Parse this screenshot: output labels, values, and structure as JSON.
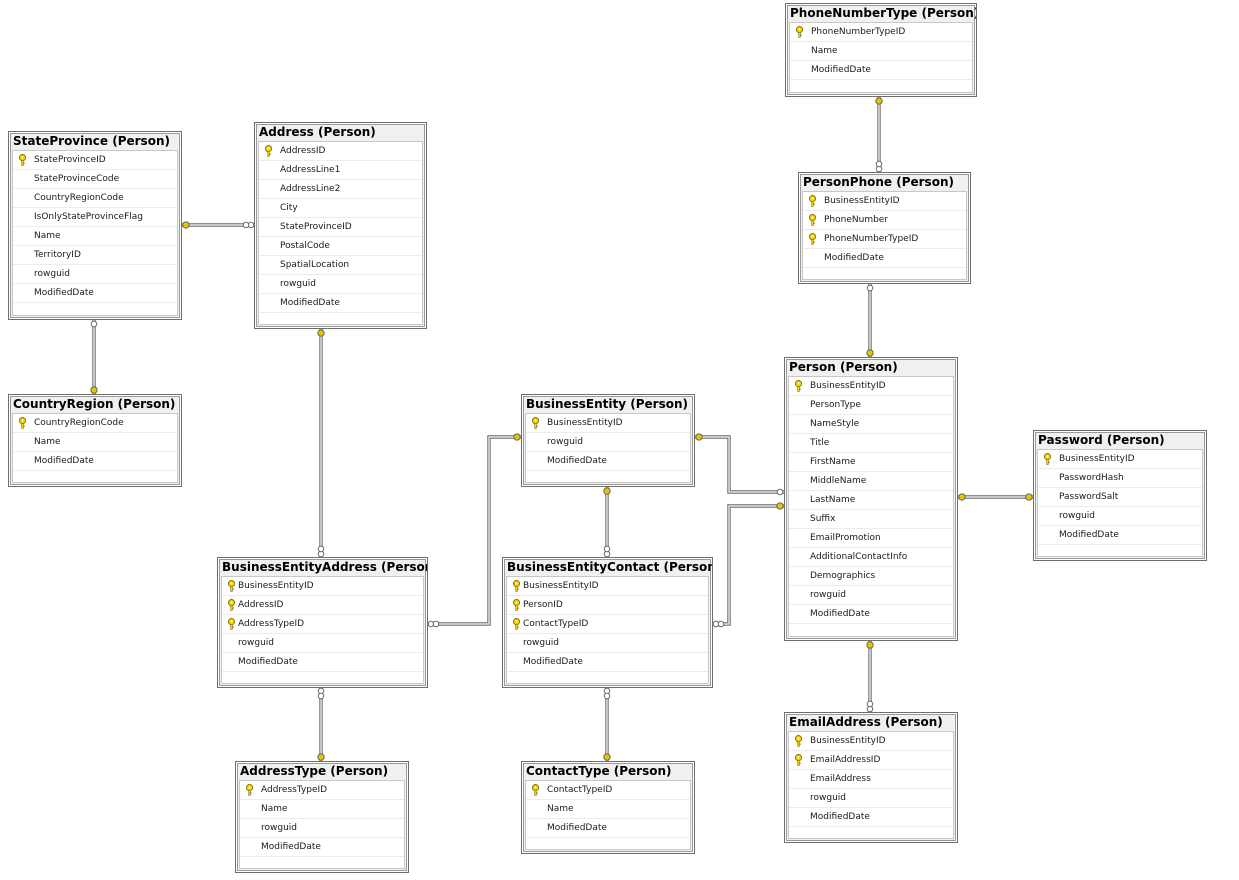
{
  "colors": {
    "key": "#e8c400",
    "line": "#6b6b6b",
    "title_bg": "#f0f0f0"
  },
  "icons": {
    "primary_key": "key-icon",
    "relationship_end": "relationship-end-icon"
  },
  "entities": {
    "phonenumbertype": {
      "title": "PhoneNumberType (Person)",
      "columns": [
        {
          "name": "PhoneNumberTypeID",
          "pk": true
        },
        {
          "name": "Name",
          "pk": false
        },
        {
          "name": "ModifiedDate",
          "pk": false
        }
      ]
    },
    "personphone": {
      "title": "PersonPhone (Person)",
      "columns": [
        {
          "name": "BusinessEntityID",
          "pk": true
        },
        {
          "name": "PhoneNumber",
          "pk": true
        },
        {
          "name": "PhoneNumberTypeID",
          "pk": true
        },
        {
          "name": "ModifiedDate",
          "pk": false
        }
      ]
    },
    "stateprovince": {
      "title": "StateProvince (Person)",
      "columns": [
        {
          "name": "StateProvinceID",
          "pk": true
        },
        {
          "name": "StateProvinceCode",
          "pk": false
        },
        {
          "name": "CountryRegionCode",
          "pk": false
        },
        {
          "name": "IsOnlyStateProvinceFlag",
          "pk": false
        },
        {
          "name": "Name",
          "pk": false
        },
        {
          "name": "TerritoryID",
          "pk": false
        },
        {
          "name": "rowguid",
          "pk": false
        },
        {
          "name": "ModifiedDate",
          "pk": false
        }
      ]
    },
    "address": {
      "title": "Address (Person)",
      "columns": [
        {
          "name": "AddressID",
          "pk": true
        },
        {
          "name": "AddressLine1",
          "pk": false
        },
        {
          "name": "AddressLine2",
          "pk": false
        },
        {
          "name": "City",
          "pk": false
        },
        {
          "name": "StateProvinceID",
          "pk": false
        },
        {
          "name": "PostalCode",
          "pk": false
        },
        {
          "name": "SpatialLocation",
          "pk": false
        },
        {
          "name": "rowguid",
          "pk": false
        },
        {
          "name": "ModifiedDate",
          "pk": false
        }
      ]
    },
    "countryregion": {
      "title": "CountryRegion (Person)",
      "columns": [
        {
          "name": "CountryRegionCode",
          "pk": true
        },
        {
          "name": "Name",
          "pk": false
        },
        {
          "name": "ModifiedDate",
          "pk": false
        }
      ]
    },
    "businessentity": {
      "title": "BusinessEntity (Person)",
      "columns": [
        {
          "name": "BusinessEntityID",
          "pk": true
        },
        {
          "name": "rowguid",
          "pk": false
        },
        {
          "name": "ModifiedDate",
          "pk": false
        }
      ]
    },
    "person": {
      "title": "Person (Person)",
      "columns": [
        {
          "name": "BusinessEntityID",
          "pk": true
        },
        {
          "name": "PersonType",
          "pk": false
        },
        {
          "name": "NameStyle",
          "pk": false
        },
        {
          "name": "Title",
          "pk": false
        },
        {
          "name": "FirstName",
          "pk": false
        },
        {
          "name": "MiddleName",
          "pk": false
        },
        {
          "name": "LastName",
          "pk": false
        },
        {
          "name": "Suffix",
          "pk": false
        },
        {
          "name": "EmailPromotion",
          "pk": false
        },
        {
          "name": "AdditionalContactInfo",
          "pk": false
        },
        {
          "name": "Demographics",
          "pk": false
        },
        {
          "name": "rowguid",
          "pk": false
        },
        {
          "name": "ModifiedDate",
          "pk": false
        }
      ]
    },
    "password": {
      "title": "Password (Person)",
      "columns": [
        {
          "name": "BusinessEntityID",
          "pk": true
        },
        {
          "name": "PasswordHash",
          "pk": false
        },
        {
          "name": "PasswordSalt",
          "pk": false
        },
        {
          "name": "rowguid",
          "pk": false
        },
        {
          "name": "ModifiedDate",
          "pk": false
        }
      ]
    },
    "businessentityaddress": {
      "title": "BusinessEntityAddress (Person)",
      "columns": [
        {
          "name": "BusinessEntityID",
          "pk": true
        },
        {
          "name": "AddressID",
          "pk": true
        },
        {
          "name": "AddressTypeID",
          "pk": true
        },
        {
          "name": "rowguid",
          "pk": false
        },
        {
          "name": "ModifiedDate",
          "pk": false
        }
      ]
    },
    "businessentitycontact": {
      "title": "BusinessEntityContact (Person)",
      "columns": [
        {
          "name": "BusinessEntityID",
          "pk": true
        },
        {
          "name": "PersonID",
          "pk": true
        },
        {
          "name": "ContactTypeID",
          "pk": true
        },
        {
          "name": "rowguid",
          "pk": false
        },
        {
          "name": "ModifiedDate",
          "pk": false
        }
      ]
    },
    "emailaddress": {
      "title": "EmailAddress (Person)",
      "columns": [
        {
          "name": "BusinessEntityID",
          "pk": true
        },
        {
          "name": "EmailAddressID",
          "pk": true
        },
        {
          "name": "EmailAddress",
          "pk": false
        },
        {
          "name": "rowguid",
          "pk": false
        },
        {
          "name": "ModifiedDate",
          "pk": false
        }
      ]
    },
    "addresstype": {
      "title": "AddressType (Person)",
      "columns": [
        {
          "name": "AddressTypeID",
          "pk": true
        },
        {
          "name": "Name",
          "pk": false
        },
        {
          "name": "rowguid",
          "pk": false
        },
        {
          "name": "ModifiedDate",
          "pk": false
        }
      ]
    },
    "contacttype": {
      "title": "ContactType (Person)",
      "columns": [
        {
          "name": "ContactTypeID",
          "pk": true
        },
        {
          "name": "Name",
          "pk": false
        },
        {
          "name": "ModifiedDate",
          "pk": false
        }
      ]
    }
  }
}
